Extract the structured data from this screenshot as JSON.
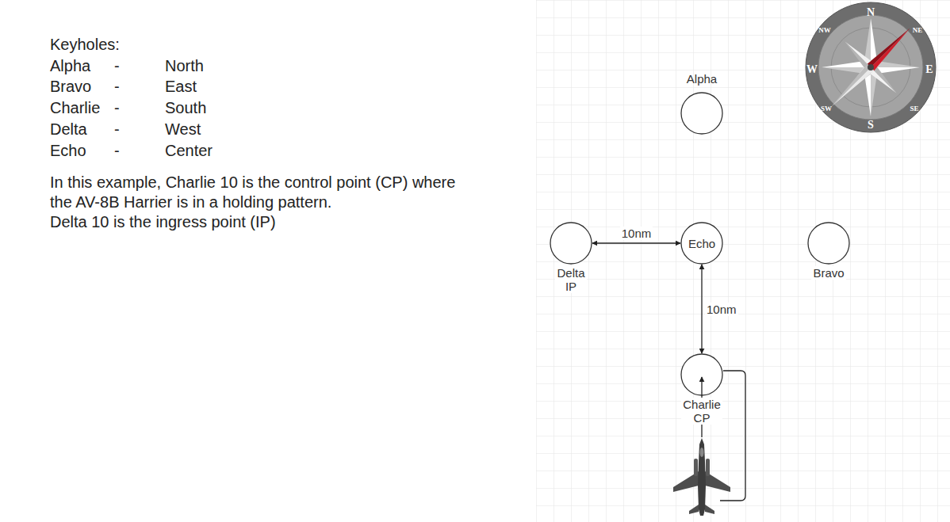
{
  "diagram": {
    "nodes": [
      {
        "text": [
          "Alpha"
        ]
      },
      {
        "text": [
          "Delta IP"
        ]
      },
      {
        "text": [
          "Echo"
        ]
      },
      {
        "text": [
          "Bravo"
        ]
      },
      {
        "text": [
          "Charlie CP"
        ]
      }
    ],
    "edges": [
      {
        "from": 1,
        "to": 2,
        "arrow": "both",
        "label": "10nm"
      },
      {
        "from": 2,
        "to": 4,
        "arrow": "both",
        "label": "10nm"
      }
    ],
    "labels": [
      "Keyholes:",
      "Alpha",
      "-",
      "North",
      "Bravo",
      "-",
      "East",
      "Charlie",
      "-",
      "South",
      "Delta",
      "-",
      "West",
      "Echo",
      "-",
      "Center",
      "In this example, Charlie 10 is the control point (CP) where the AV-8B Harrier is in a holding pattern.",
      "Delta 10 is the ingress point (IP)",
      "N",
      "NE",
      "E",
      "SE",
      "S",
      "SW",
      "W",
      "NW"
    ]
  }
}
